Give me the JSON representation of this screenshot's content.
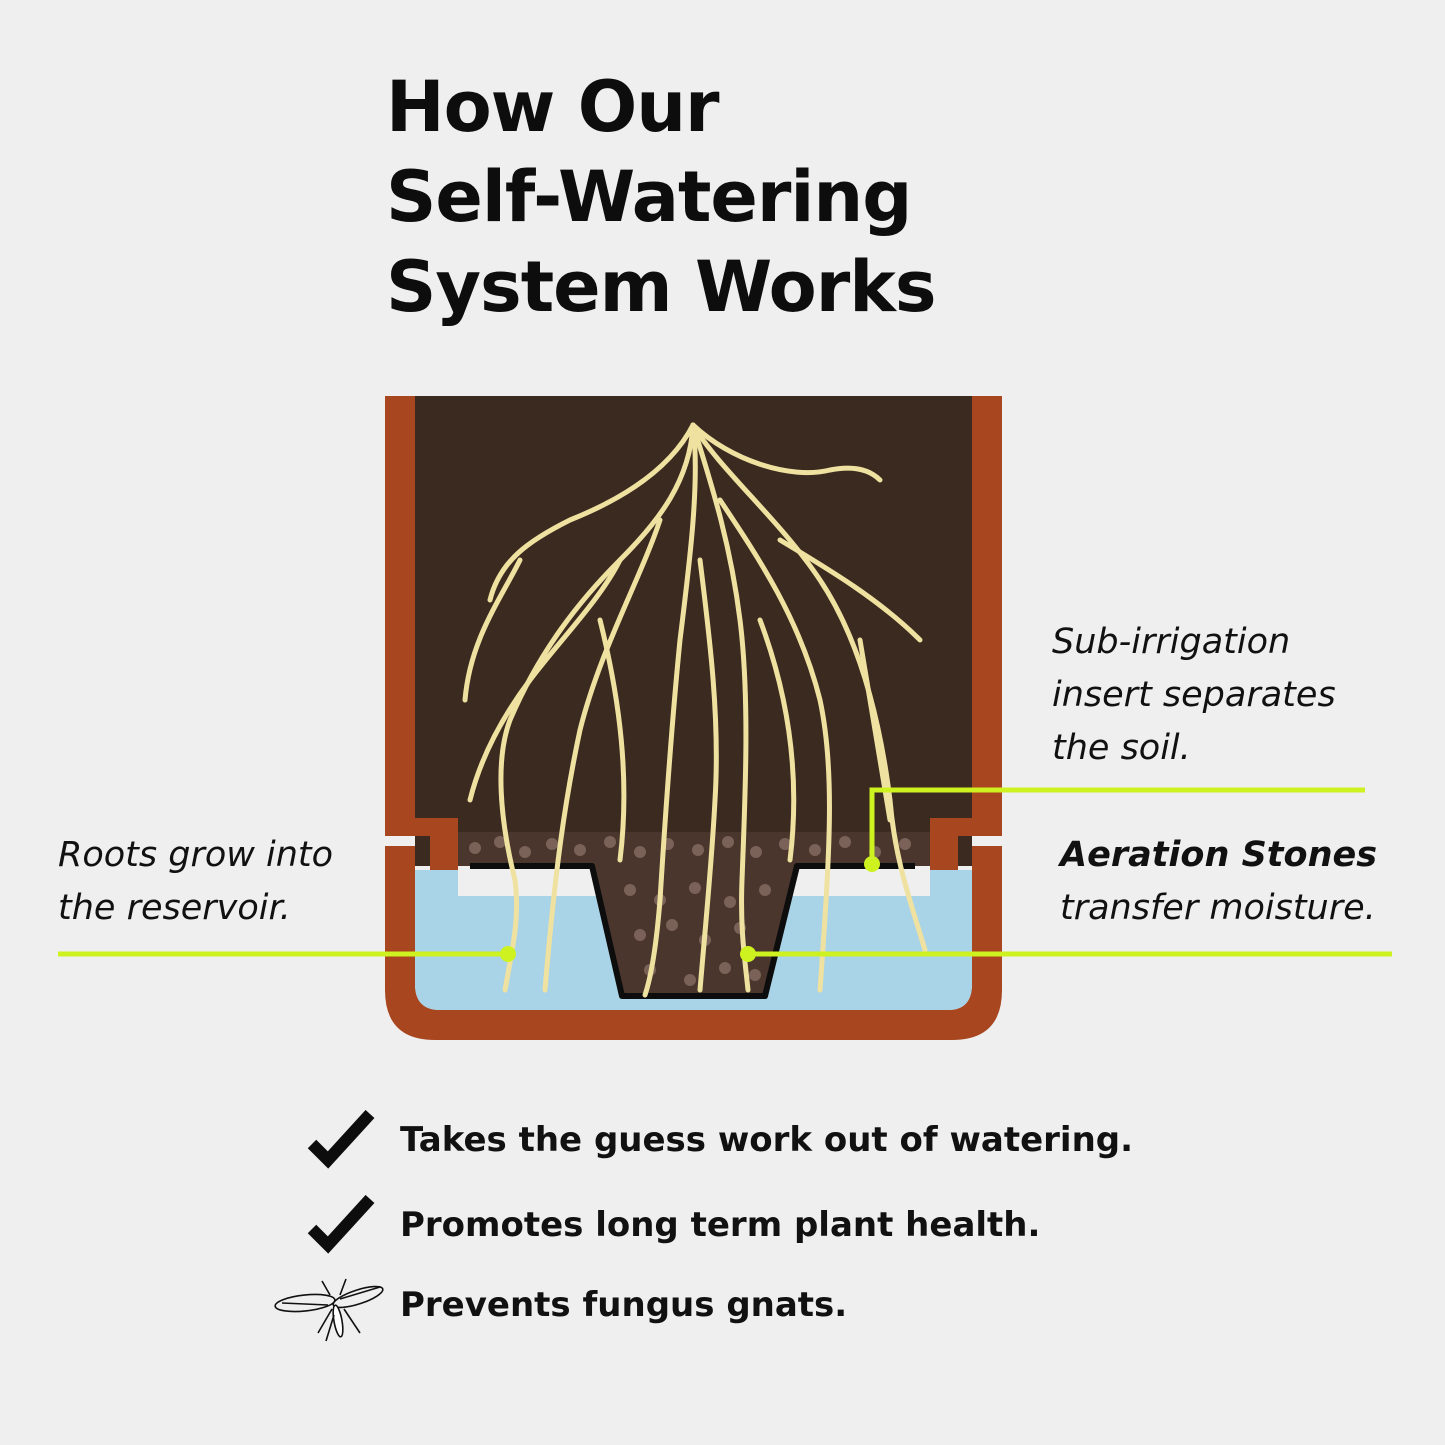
{
  "title": {
    "line1": "How Our",
    "line2": "Self-Watering",
    "line3": "System Works"
  },
  "labels": {
    "roots": {
      "line1": "Roots grow into",
      "line2": "the reservoir."
    },
    "insert": {
      "line1": "Sub-irrigation",
      "line2": "insert separates",
      "line3": "the soil."
    },
    "stones": {
      "line1": "Aeration Stones",
      "line2": "transfer moisture."
    }
  },
  "benefits": [
    {
      "icon": "checkmark-icon",
      "text": "Takes the guess work out of watering."
    },
    {
      "icon": "checkmark-icon",
      "text": "Promotes long term plant health."
    },
    {
      "icon": "gnat-icon",
      "text": "Prevents fungus gnats."
    }
  ],
  "colors": {
    "background": "#efefef",
    "pot": "#a8461f",
    "soil": "#3b2a20",
    "water": "#a9d3e6",
    "roots": "#efe2a0",
    "callout": "#cdf21f",
    "text": "#111111"
  }
}
